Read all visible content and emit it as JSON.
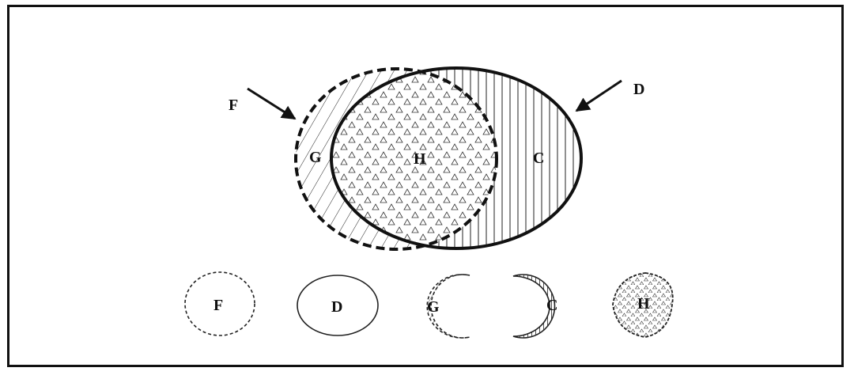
{
  "diagram": {
    "main": {
      "region_labels": {
        "g": "G",
        "h": "H",
        "c": "C"
      },
      "callouts": {
        "f": "F",
        "d": "D"
      }
    },
    "parts": [
      {
        "label": "F",
        "shape": "ellipse",
        "border": "dashed"
      },
      {
        "label": "D",
        "shape": "ellipse",
        "border": "solid"
      },
      {
        "label": "G",
        "shape": "crescent",
        "fill": "diagonal-hatch"
      },
      {
        "label": "C",
        "shape": "crescent",
        "fill": "vertical-hatch"
      },
      {
        "label": "H",
        "shape": "lens",
        "fill": "triangle-dots"
      }
    ]
  }
}
